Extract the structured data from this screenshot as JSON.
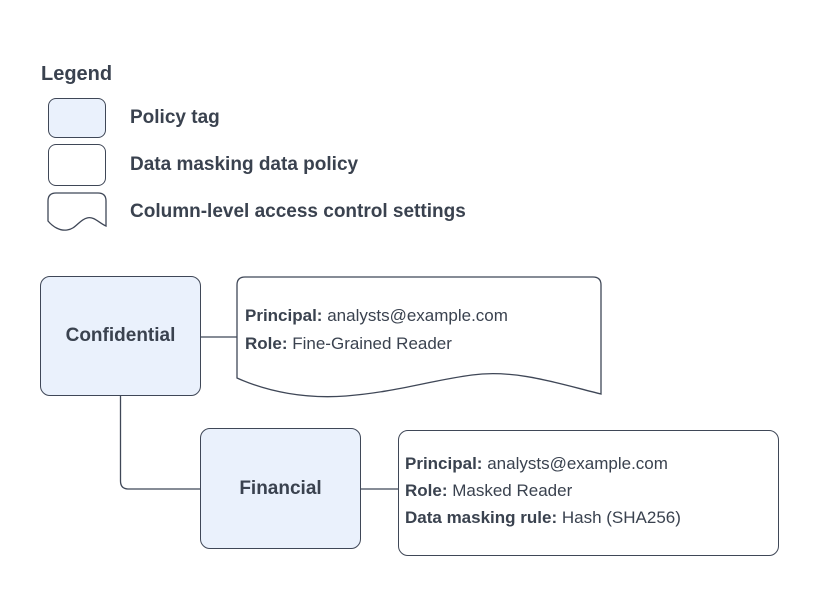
{
  "colors": {
    "background": "#ffffff",
    "policy_tag_fill": "#eaf1fc",
    "shape_fill": "#ffffff",
    "stroke": "#3f4757",
    "text": "#3a424f"
  },
  "legend": {
    "title": "Legend",
    "items": [
      {
        "id": "policy-tag",
        "shape": "rounded-rectangle-blue",
        "label": "Policy tag"
      },
      {
        "id": "data-masking-data-policy",
        "shape": "rounded-rectangle-white",
        "label": "Data masking data policy"
      },
      {
        "id": "column-level-access-control-settings",
        "shape": "document-wavy",
        "label": "Column-level access control settings"
      }
    ]
  },
  "diagram": {
    "policy_tags": [
      {
        "id": "confidential",
        "label": "Confidential"
      },
      {
        "id": "financial",
        "label": "Financial"
      }
    ],
    "access_settings": {
      "shape": "document-wavy",
      "lines": [
        {
          "label": "Principal:",
          "value": "analysts@example.com"
        },
        {
          "label": "Role:",
          "value": "Fine-Grained Reader"
        }
      ]
    },
    "masking_policy": {
      "shape": "rounded-rectangle-white",
      "lines": [
        {
          "label": "Principal:",
          "value": "analysts@example.com"
        },
        {
          "label": "Role:",
          "value": "Masked Reader"
        },
        {
          "label": "Data masking rule:",
          "value": "Hash (SHA256)"
        }
      ]
    }
  }
}
